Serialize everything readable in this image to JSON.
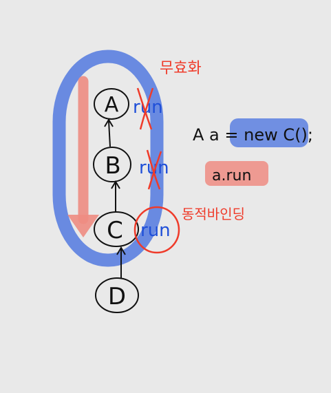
{
  "diagram": {
    "nodes": [
      {
        "id": "A",
        "label": "A",
        "method": "run",
        "overridden_crossed": true
      },
      {
        "id": "B",
        "label": "B",
        "method": "run",
        "overridden_crossed": true
      },
      {
        "id": "C",
        "label": "C",
        "method": "run",
        "circled": true
      },
      {
        "id": "D",
        "label": "D"
      }
    ],
    "annotations": {
      "disabled_note": "무효화",
      "dynamic_binding_note": "동적바인딩"
    },
    "code": {
      "declaration": "A a = new C();",
      "call": "a.run"
    },
    "colors": {
      "blue_highlight": "#5b7fe0",
      "red_ink": "#ef3b2a",
      "red_highlight": "#ee8c82",
      "blue_ink": "#1f4fd8",
      "black_ink": "#111111"
    }
  }
}
